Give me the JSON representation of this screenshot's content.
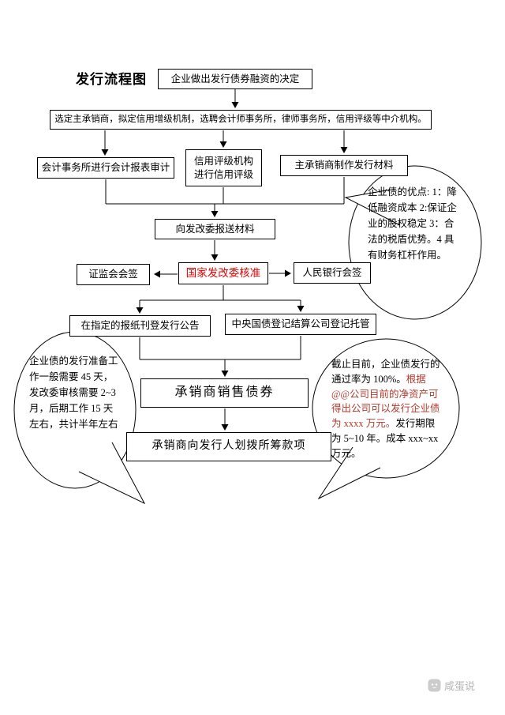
{
  "title": "发行流程图",
  "nodes": {
    "decision": "企业做出发行债券融资的决定",
    "intermediaries": "选定主承销商，拟定信用增级机制，选聘会计师事务所，律师事务所，信用评级等中介机构。",
    "audit": "会计事务所进行会计报表审计",
    "rating": "信用评级机构进行信用评级",
    "materials": "主承销商制作发行材料",
    "submit": "向发改委报送材料",
    "approval": "国家发改委核准",
    "csrc": "证监会会签",
    "pboc": "人民银行会签",
    "announcement": "在指定的报纸刊登发行公告",
    "registration": "中央国债登记结算公司登记托管",
    "sale": "承销商销售债券",
    "transfer": "承销商向发行人划拨所筹款项"
  },
  "bubbles": {
    "advantages": "企业债的优点: 1：降低融资成本 2:保证企业的股权稳定 3：合法的税盾优势。4 具有财务杠杆作用。",
    "timeline": "企业债的发行准备工作一般需要 45 天，发改委审核需要 2~3 月，后期工作 15 天左右，共计半年左右",
    "status_part1": "截止目前，企业债发行的通过率为 100%。",
    "status_part2": "根据@@公司目前的净资产可得出公司可以发行企业债为 xxxx 万元。",
    "status_part3": "发行期限为 5~10 年。成本 xxx~xx 万元。"
  },
  "colors": {
    "approval_text": "#e60000",
    "status_highlight": "#b03a2e",
    "line": "#000000",
    "watermark": "#b5b5b5"
  },
  "watermark": {
    "label": "咸蛋说"
  }
}
